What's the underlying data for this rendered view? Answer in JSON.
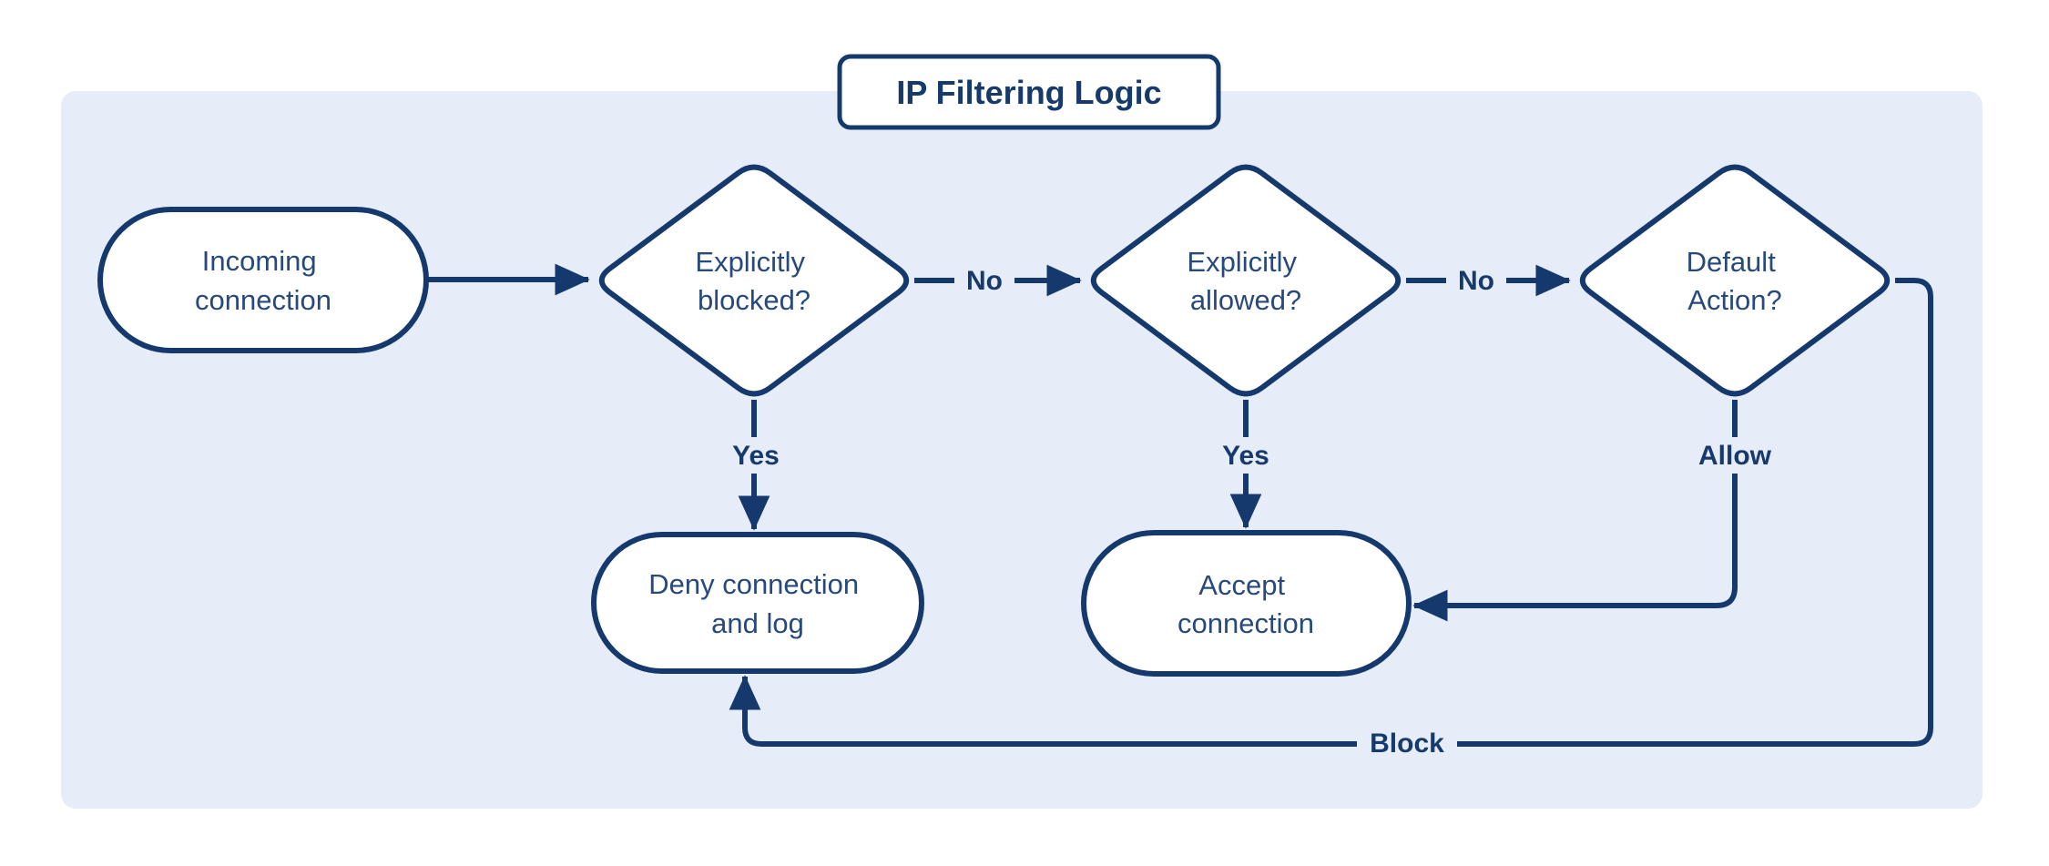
{
  "diagram": {
    "title": "IP Filtering Logic",
    "nodes": {
      "incoming": {
        "line1": "Incoming",
        "line2": "connection"
      },
      "blocked": {
        "line1": "Explicitly",
        "line2": "blocked?"
      },
      "allowed": {
        "line1": "Explicitly",
        "line2": "allowed?"
      },
      "default_action": {
        "line1": "Default",
        "line2": "Action?"
      },
      "deny": {
        "line1": "Deny connection",
        "line2": "and log"
      },
      "accept": {
        "line1": "Accept",
        "line2": "connection"
      }
    },
    "edge_labels": {
      "no1": "No",
      "no2": "No",
      "yes1": "Yes",
      "yes2": "Yes",
      "allow": "Allow",
      "block": "Block"
    },
    "colors": {
      "stroke": "#15396c",
      "node_text": "#28497b",
      "label_text": "#173a6b",
      "panel_bg": "#e6edf9",
      "node_fill": "#ffffff"
    }
  }
}
